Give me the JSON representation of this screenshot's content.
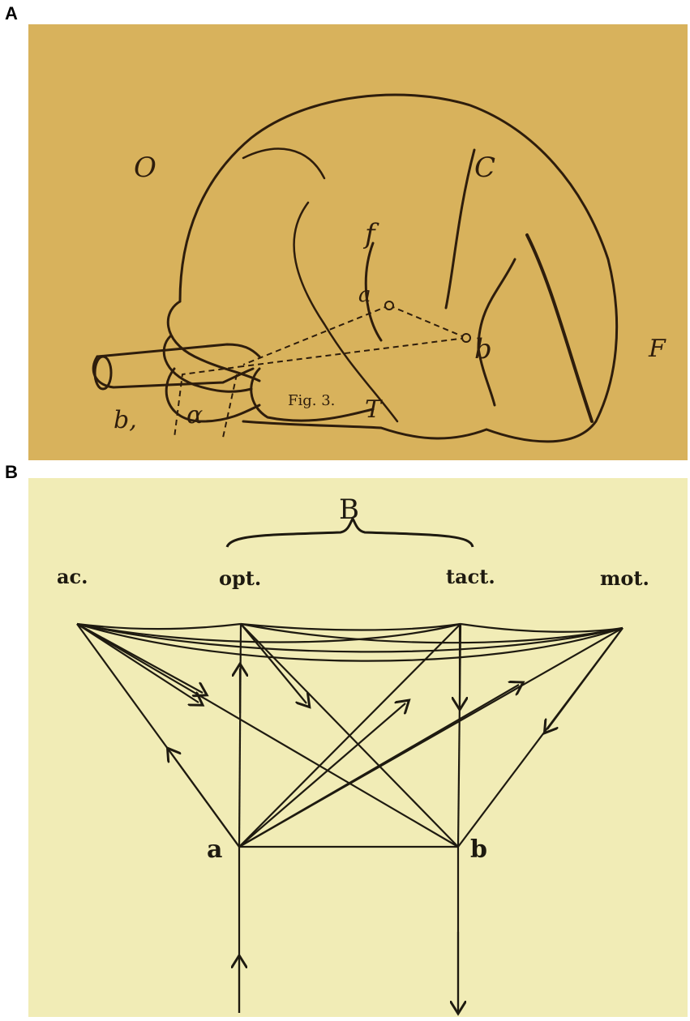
{
  "panels": [
    {
      "label": "A",
      "background": "#d8b25c",
      "ink": "#2e1d0c",
      "labels": {
        "O": "O",
        "C": "C",
        "f": "f",
        "a": "a",
        "b": "b",
        "F": "F",
        "T": "T",
        "b_comma": "b,",
        "alpha": "α"
      },
      "caption": "Fig. 3."
    },
    {
      "label": "B",
      "background": "#f1ecb6",
      "ink": "#1e1a10",
      "labels": {
        "B": "B",
        "ac": "ac.",
        "opt": "opt.",
        "tact": "tact.",
        "mot": "mot.",
        "a": "a",
        "b": "b"
      }
    }
  ]
}
